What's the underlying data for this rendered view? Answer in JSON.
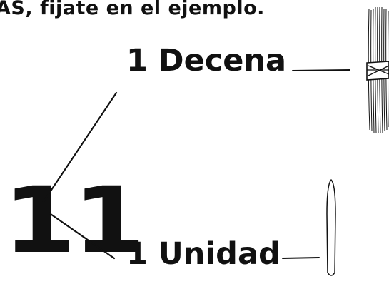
{
  "instruction": "AS, fijate en el ejemplo.",
  "number": "11",
  "branches": {
    "tens_label": "1 Decena",
    "units_label": "1 Unidad"
  },
  "icons": {
    "tens": "bundle-of-sticks-icon",
    "units": "single-stick-icon"
  },
  "colors": {
    "ink": "#111111",
    "background": "#ffffff"
  }
}
